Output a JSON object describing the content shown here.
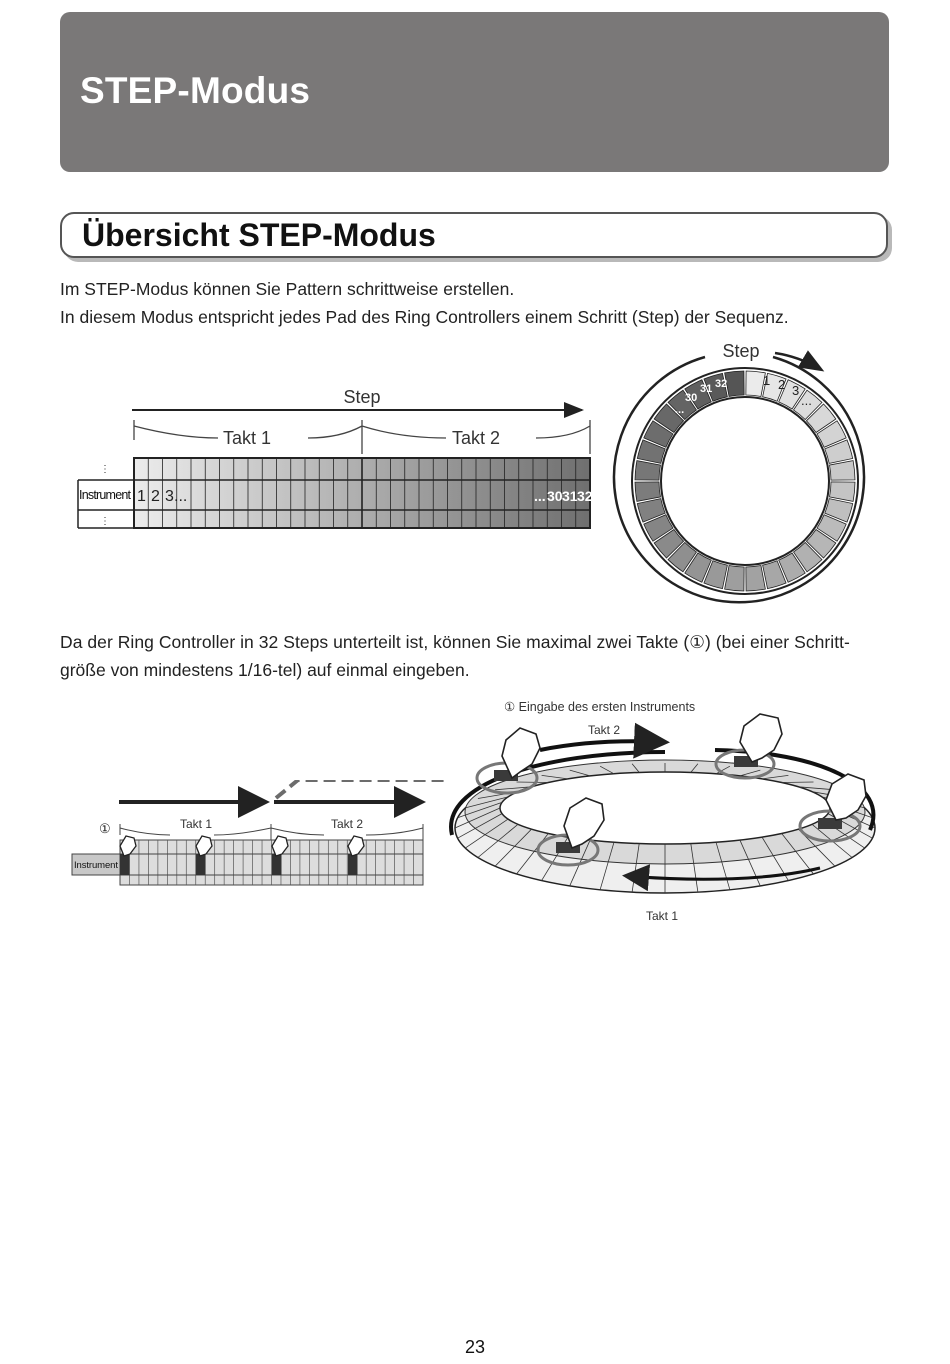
{
  "chapter": {
    "title": "STEP-Modus"
  },
  "section": {
    "title": "Übersicht STEP-Modus"
  },
  "intro": {
    "line1": "Im STEP-Modus können Sie Pattern schrittweise erstellen.",
    "line2": "In diesem Modus entspricht jedes Pad des Ring Controllers einem Schritt (Step) der Sequenz."
  },
  "figure1": {
    "step_label": "Step",
    "takt1_label": "Takt 1",
    "takt2_label": "Takt 2",
    "row_label": "Instrument",
    "steps_start": [
      "1",
      "2",
      "3",
      "..."
    ],
    "steps_end": [
      "...",
      "30",
      "31",
      "32"
    ],
    "ring_step_label": "Step",
    "ring_start": [
      "1",
      "2",
      "3",
      "..."
    ],
    "ring_end": [
      "...",
      "30",
      "31",
      "32"
    ]
  },
  "body2": {
    "line1": "Da der Ring Controller in 32 Steps unterteilt ist, können Sie maximal zwei Takte (①) (bei einer Schritt-",
    "line2": "größe von mindestens 1/16-tel) auf einmal eingeben."
  },
  "figure2": {
    "circle_num": "①",
    "takt1_label": "Takt 1",
    "takt2_label": "Takt 2",
    "row_label": "Instrument",
    "caption": "① Eingabe des ersten Instruments",
    "ring_takt2": "Takt 2",
    "ring_takt1": "Takt 1"
  },
  "page": {
    "number": "23"
  }
}
